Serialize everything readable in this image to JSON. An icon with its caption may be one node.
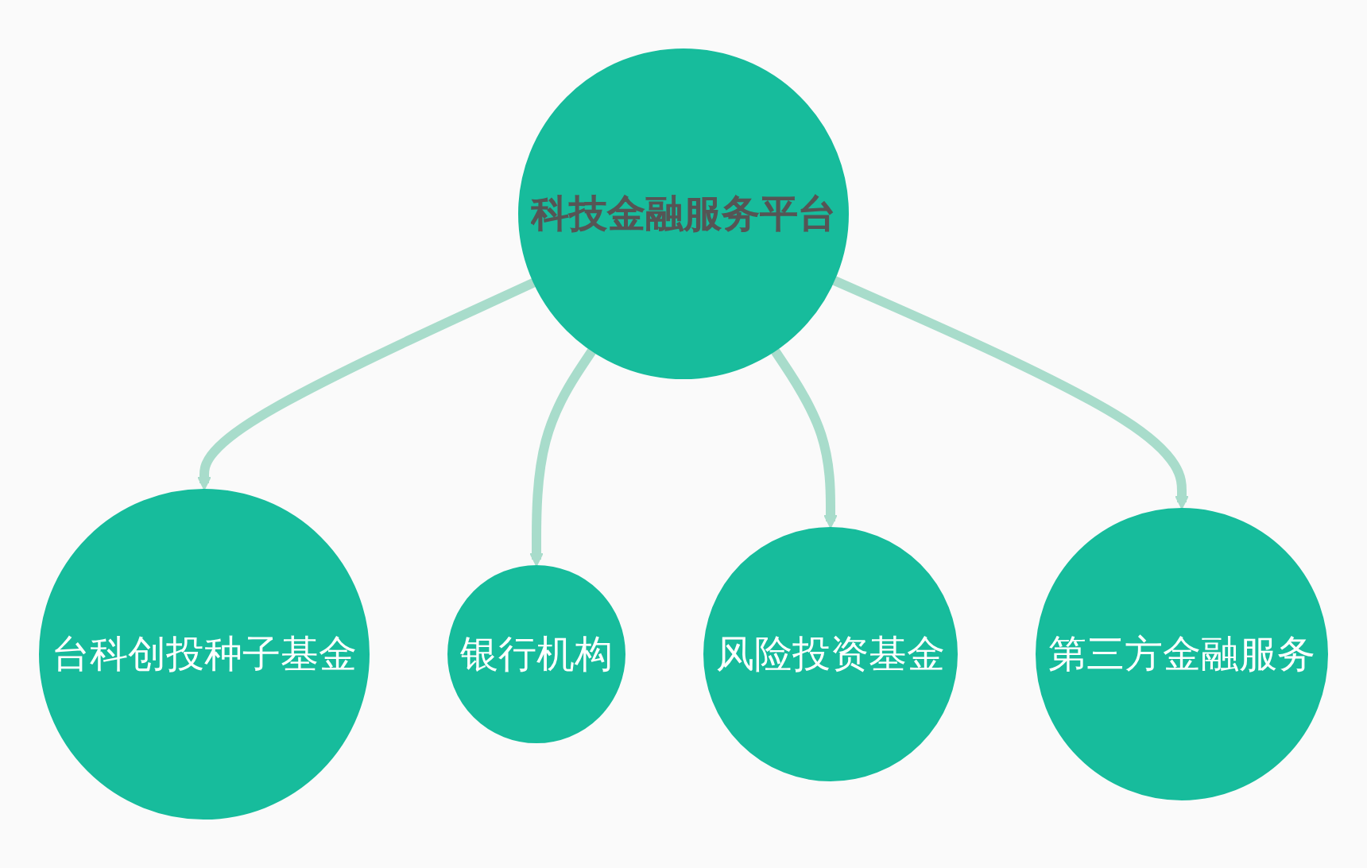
{
  "diagram": {
    "nodes": [
      {
        "text": [
          "台科创投种子基金"
        ]
      },
      {
        "text": [
          "银行机构"
        ]
      },
      {
        "text": [
          "科技金融服务平台"
        ]
      },
      {
        "text": [
          "风险投资基金"
        ]
      },
      {
        "text": [
          "第三方金融服务"
        ]
      }
    ],
    "edges": [
      {
        "from": 2,
        "to": 0,
        "arrow": "to"
      },
      {
        "from": 2,
        "to": 1,
        "arrow": "to"
      },
      {
        "from": 2,
        "to": 3,
        "arrow": "to"
      },
      {
        "from": 2,
        "to": 4,
        "arrow": "to"
      }
    ]
  }
}
